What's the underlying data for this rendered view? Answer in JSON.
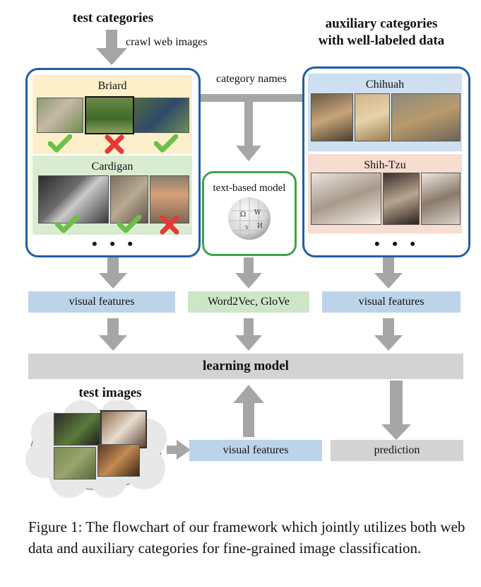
{
  "titles": {
    "test_categories": "test categories",
    "crawl": "crawl web images",
    "auxiliary": "auxiliary categories",
    "auxiliary_sub": "with well-labeled data",
    "category_names": "category names",
    "test_images": "test images"
  },
  "test_box": {
    "cat1": "Briard",
    "cat2": "Cardigan",
    "more": "• • •"
  },
  "aux_box": {
    "cat1": "Chihuah",
    "cat2": "Shih-Tzu",
    "more": "• • •"
  },
  "text_model": {
    "label": "text-based model"
  },
  "bands": {
    "vf_left": "visual features",
    "word2vec": "Word2Vec, GloVe",
    "vf_right": "visual features",
    "learning": "learning model",
    "vf_bottom": "visual features",
    "prediction": "prediction"
  },
  "caption": "Figure 1: The flowchart of our framework which jointly utilizes both web data and auxiliary categories for fine-grained image classification.",
  "colors": {
    "test_border": "#1f5ea8",
    "aux_border": "#1f5ea8",
    "model_border": "#3fa34d",
    "arrow": "#a6a6a6",
    "check": "#6cc04a",
    "cross": "#e53935"
  },
  "icons": {
    "check": "check-icon",
    "cross": "cross-icon",
    "wiki": "wikipedia-globe-icon",
    "cloud": "cloud-icon"
  }
}
